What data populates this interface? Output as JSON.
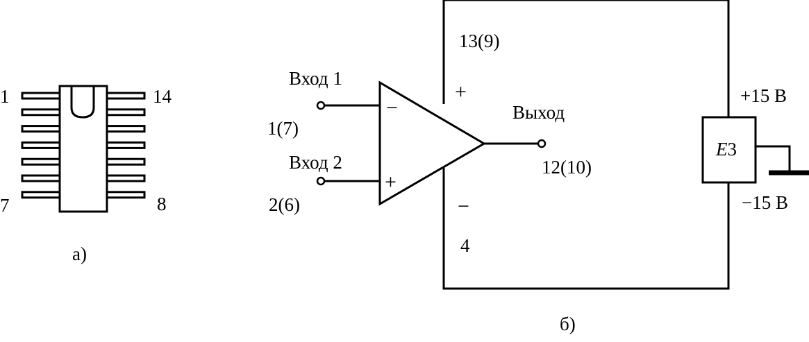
{
  "figure_a": {
    "pin_top_left": "1",
    "pin_top_right": "14",
    "pin_bottom_left": "7",
    "pin_bottom_right": "8",
    "caption": "а)"
  },
  "figure_b": {
    "input1_label": "Вход 1",
    "input1_pin": "1(7)",
    "input1_sign": "−",
    "input2_label": "Вход 2",
    "input2_pin": "2(6)",
    "input2_sign": "+",
    "output_label": "Выход",
    "output_pin": "12(10)",
    "supply_pos_pin": "13(9)",
    "supply_pos_sign": "+",
    "supply_neg_sign": "−",
    "supply_neg_pin": "4",
    "source_label_italic": "E",
    "source_label_rest": "3",
    "voltage_pos": "+15 В",
    "voltage_neg": "−15 В",
    "caption": "б)"
  },
  "colors": {
    "line": "#000000",
    "background": "#ffffff"
  }
}
